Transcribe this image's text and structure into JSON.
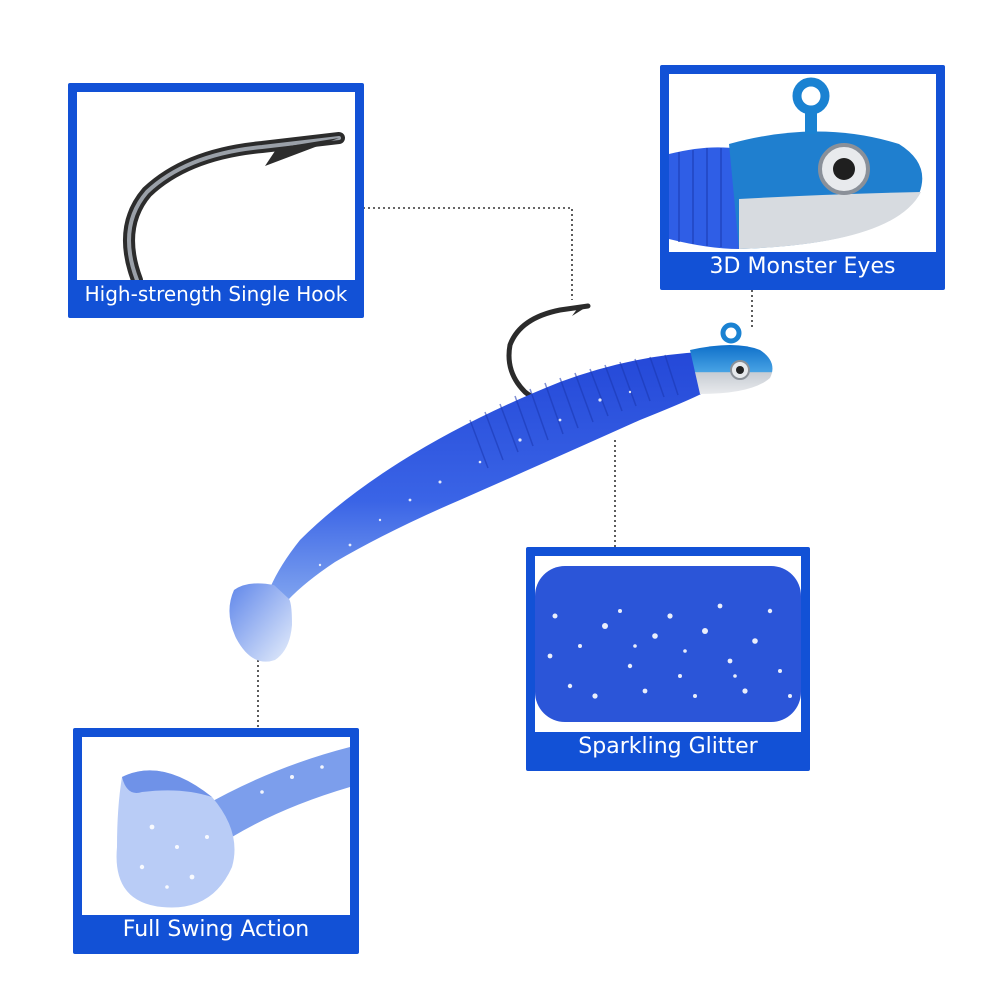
{
  "callouts": {
    "hook": {
      "label": "High-strength Single Hook",
      "icon": "fishing-hook-closeup"
    },
    "eyes": {
      "label": "3D Monster Eyes",
      "icon": "jig-head-eye-closeup"
    },
    "glitter": {
      "label": "Sparkling Glitter",
      "icon": "glitter-body-closeup"
    },
    "swing": {
      "label": "Full Swing Action",
      "icon": "paddle-tail-closeup"
    }
  },
  "colors": {
    "frame": "#1251d6",
    "lure_blue": "#2a55e0",
    "lure_light": "#cfe0fb",
    "head_blue": "#1b86d6",
    "head_silver": "#d9dde2"
  }
}
